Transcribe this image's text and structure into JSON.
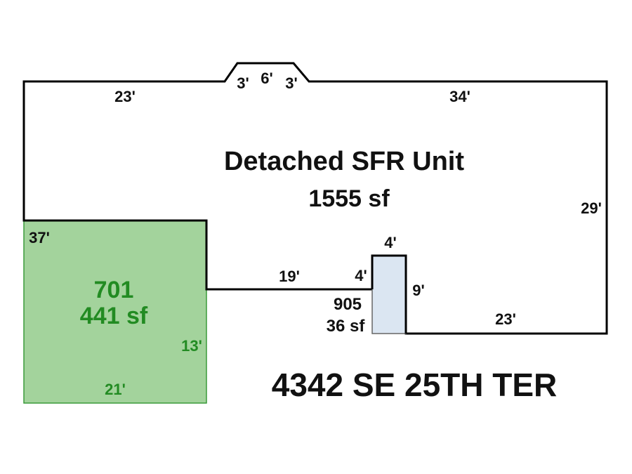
{
  "main_area": {
    "label": "Detached SFR Unit",
    "area": "1555 sf"
  },
  "green_area": {
    "code": "701",
    "area": "441 sf",
    "fill": "#a3d39c",
    "stroke": "#3a9a3a"
  },
  "blue_area": {
    "code": "905",
    "area": "36 sf",
    "fill": "#dbe6f2"
  },
  "address": "4342 SE 25TH TER",
  "dimensions": {
    "top_left": "23'",
    "bump_left": "3'",
    "bump_mid": "6'",
    "bump_right": "3'",
    "top_right": "34'",
    "right": "29'",
    "left": "37'",
    "mid_horizontal": "19'",
    "blue_left": "4'",
    "blue_top": "4'",
    "blue_right": "9'",
    "bottom_right": "23'",
    "green_right": "13'",
    "green_bottom": "21'"
  }
}
